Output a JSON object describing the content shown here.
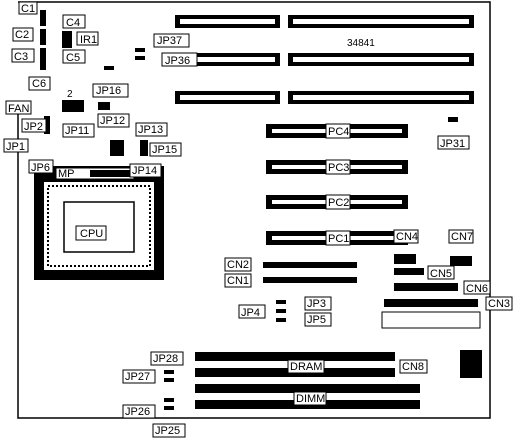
{
  "board_number": "34841",
  "pin_marker": "2",
  "jumpers": {
    "c1": "C1",
    "c2": "C2",
    "c3": "C3",
    "c4": "C4",
    "c5": "C5",
    "c6": "C6",
    "ir1": "IR1",
    "jp37": "JP37",
    "jp36": "JP36",
    "jp16": "JP16",
    "fan": "FAN",
    "jp11": "JP11",
    "jp2": "JP2",
    "jp1": "JP1",
    "jp6": "JP6",
    "jp12": "JP12",
    "jp13": "JP13",
    "jp15": "JP15",
    "jp14": "JP14",
    "jp31": "JP31",
    "jp3": "JP3",
    "jp4": "JP4",
    "jp5": "JP5",
    "jp28": "JP28",
    "jp27": "JP27",
    "jp26": "JP26",
    "jp25": "JP25"
  },
  "connectors": {
    "cn1": "CN1",
    "cn2": "CN2",
    "cn3": "CN3",
    "cn4": "CN4",
    "cn5": "CN5",
    "cn6": "CN6",
    "cn7": "CN7",
    "cn8": "CN8"
  },
  "slots": {
    "pc1": "PC1",
    "pc2": "PC2",
    "pc3": "PC3",
    "pc4": "PC4"
  },
  "cpu_label": "CPU",
  "mp_label": "MP",
  "dram_label": "DRAM",
  "dimm_label": "DIMM"
}
